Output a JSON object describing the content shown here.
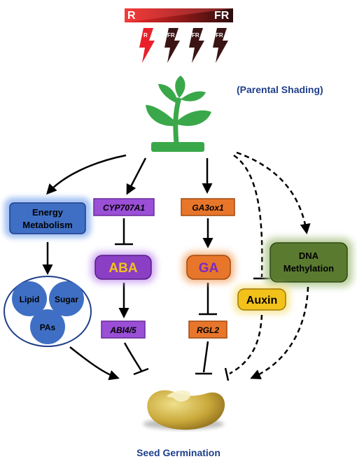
{
  "light": {
    "ratio_left": "R",
    "ratio_right": "FR",
    "bolts": [
      "R",
      "FR",
      "FR",
      "FR"
    ]
  },
  "condition_label": "(Parental Shading)",
  "nodes": {
    "energy": [
      "Energy",
      "Metabolism"
    ],
    "cyp": "CYP707A1",
    "ga3ox": "GA3ox1",
    "aba": "ABA",
    "ga": "GA",
    "dna": [
      "DNA",
      "Methylation"
    ],
    "auxin": "Auxin",
    "abi": "ABI4/5",
    "rgl": "RGL2",
    "lipid": "Lipid",
    "sugar": "Sugar",
    "pas": "PAs"
  },
  "outcome_label": "Seed Germination",
  "colors": {
    "red": "#e8202a",
    "dark_bolt": "#3b1414",
    "plant": "#3aa84a",
    "blue": "#3f6fc4",
    "purple": "#8a3fc4",
    "orange": "#e8762a",
    "green_box": "#5a7a30",
    "yellow": "#f2c21a",
    "title_blue": "#1f3f8a"
  }
}
